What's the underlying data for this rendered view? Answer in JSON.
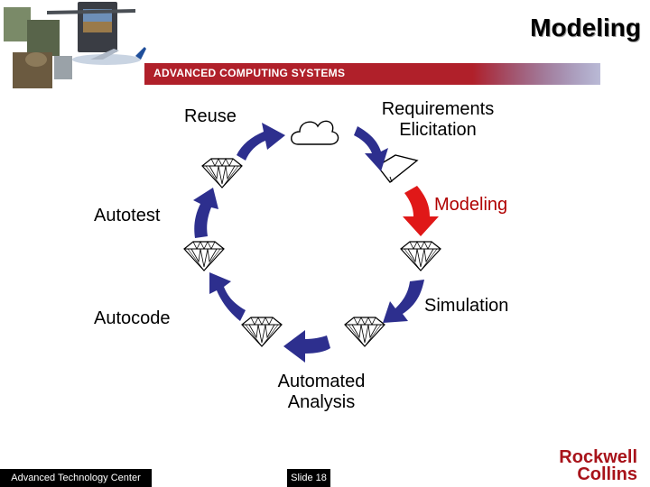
{
  "header": {
    "title": "Modeling",
    "banner_text": "ADVANCED COMPUTING SYSTEMS",
    "banner_color": "#b0202a",
    "banner_fade": "#3a3a8a"
  },
  "cycle": {
    "stages": [
      {
        "id": "requirements",
        "label": "Requirements\nElicitation"
      },
      {
        "id": "modeling",
        "label": "Modeling"
      },
      {
        "id": "simulation",
        "label": "Simulation"
      },
      {
        "id": "analysis",
        "label": "Automated\nAnalysis"
      },
      {
        "id": "autocode",
        "label": "Autocode"
      },
      {
        "id": "autotest",
        "label": "Autotest"
      },
      {
        "id": "reuse",
        "label": "Reuse"
      }
    ],
    "arrow_color": "#2d2f8e",
    "highlight_arrow_color": "#e01818",
    "highlighted_stage": "modeling"
  },
  "footer": {
    "left_text": "Advanced Technology Center",
    "slide_text": "Slide 18"
  },
  "logo": {
    "line1": "Rockwell",
    "line2": "Collins",
    "color": "#a8131a"
  }
}
